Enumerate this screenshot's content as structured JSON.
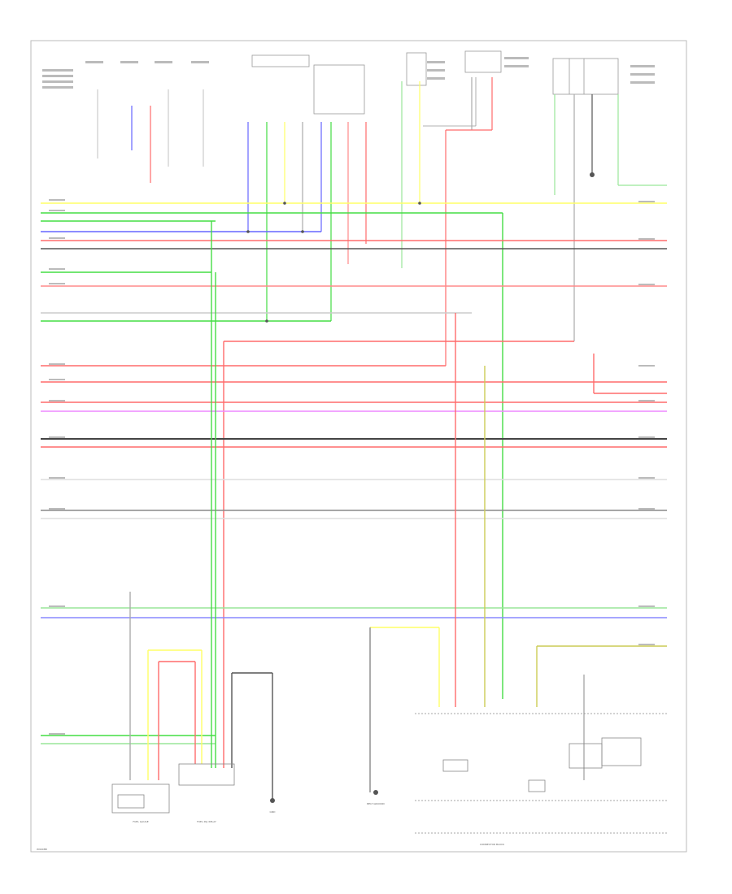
{
  "diagram": {
    "footer_code": "W9008B",
    "connectors": {
      "bottom_center": "CONNECTOR BLOCK",
      "bottom_left_a": "FUEL GAUGE",
      "bottom_left_b": "FUEL INJ. RELAY",
      "bottom_center_a": "GND",
      "bottom_center_b": "BELT GROUND"
    },
    "colors": {
      "red": "#ff6b6b",
      "pink": "#ff8a8a",
      "green": "#44dd44",
      "lightgreen": "#99e699",
      "yellow": "#ffff66",
      "blue": "#6666ff",
      "violet": "#ee88ff",
      "black": "#555555",
      "gray": "#aaaaaa",
      "frame": "#bbbbbb"
    }
  }
}
